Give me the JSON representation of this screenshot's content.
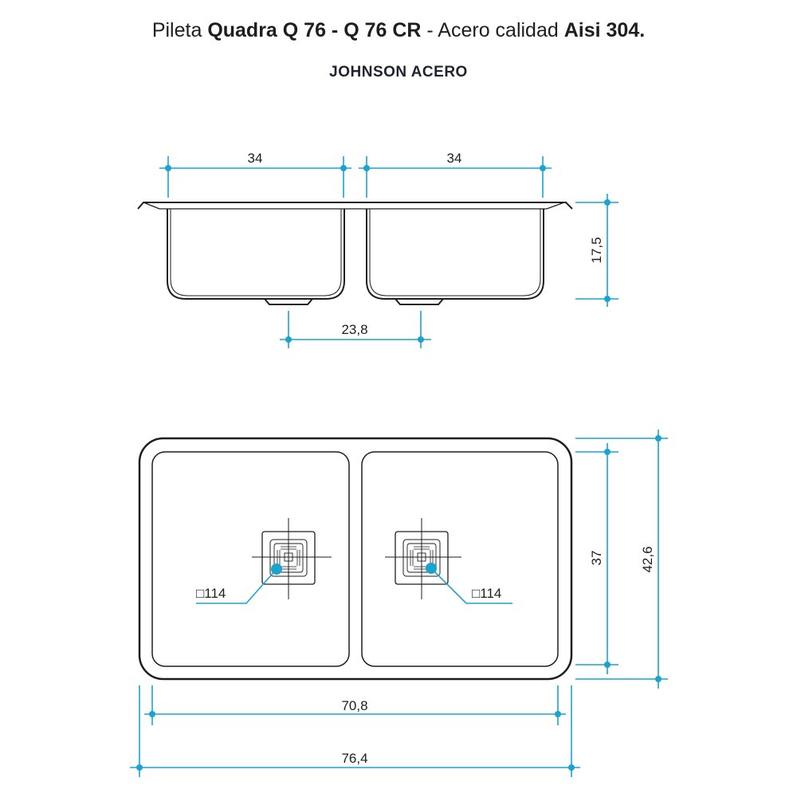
{
  "title": {
    "p1": "Pileta ",
    "b1": "Quadra Q 76 - Q 76 CR",
    "p2": " - Acero calidad ",
    "b2": "Aisi 304."
  },
  "brand": "JOHNSON ACERO",
  "side_view": {
    "bowl_width_left": "34",
    "bowl_width_right": "34",
    "depth": "17,5",
    "drain_spacing": "23,8"
  },
  "top_view": {
    "drain_left_label": "□114",
    "drain_right_label": "□114",
    "inner_width": "70,8",
    "outer_width": "76,4",
    "inner_depth": "37",
    "outer_depth": "42,6"
  },
  "colors": {
    "dimension": "#1aa3cf",
    "outline": "#1e1e1e"
  }
}
